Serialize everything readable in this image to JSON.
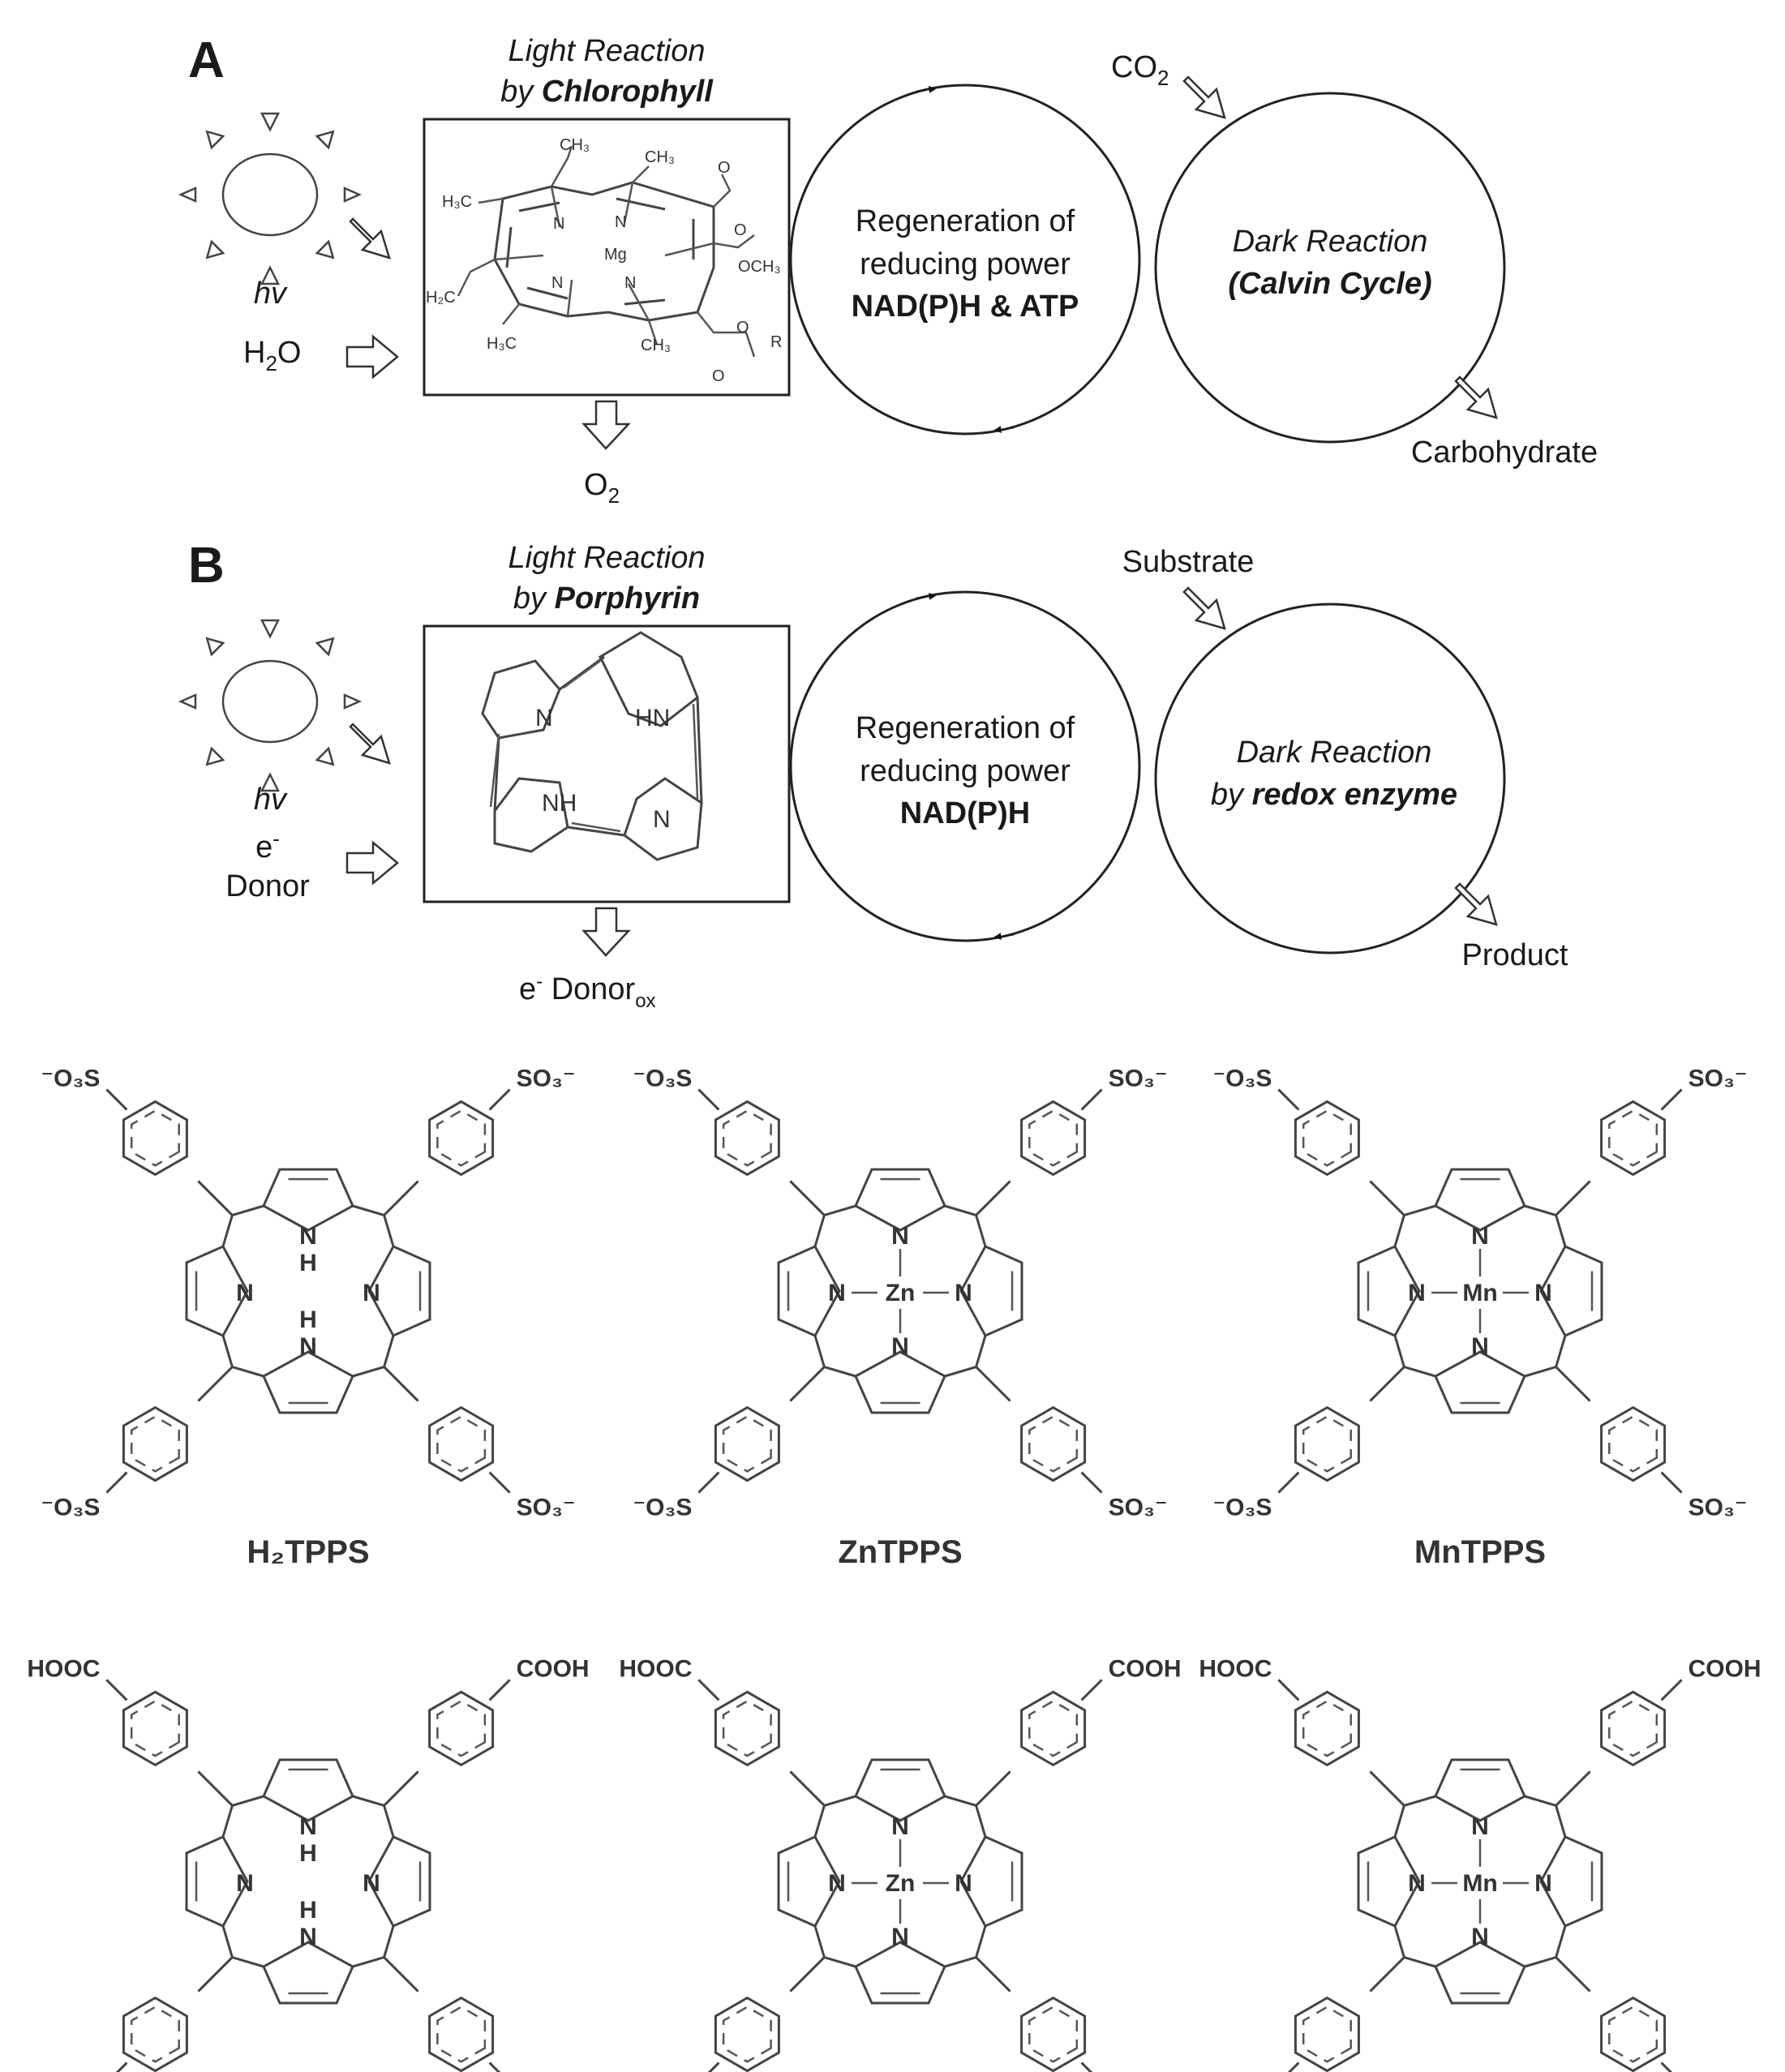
{
  "panel_a": {
    "label": "A",
    "light_title_1": "Light Reaction",
    "light_title_by": "by ",
    "light_title_2": "Chlorophyll",
    "hv": "hv",
    "h2o_h": "H",
    "h2o_sub": "2",
    "h2o_o": "O",
    "o2_o": "O",
    "o2_sub": "2",
    "co2_co": "CO",
    "co2_sub": "2",
    "regen_1": "Regeneration of",
    "regen_2": "reducing power",
    "regen_3": "NAD(P)H & ATP",
    "dark_1": "Dark Reaction",
    "dark_2": "(Calvin Cycle)",
    "output": "Carbohydrate",
    "chl_labels": {
      "ch3_top": "CH₃",
      "ch3_top2": "CH₃",
      "h3c_left": "H₃C",
      "mg": "Mg",
      "o_keto": "O",
      "o_ester": "O",
      "och3": "OCH₃",
      "h2c": "H₂C",
      "h3c_bottom": "H₃C",
      "ch3_bottom": "CH₃",
      "o_r": "O",
      "r": "R",
      "o_bottom": "O",
      "n": "N"
    }
  },
  "panel_b": {
    "label": "B",
    "light_title_1": "Light Reaction",
    "light_title_by": "by ",
    "light_title_2": "Porphyrin",
    "hv": "hv",
    "donor_e": "e",
    "donor_sup": "-",
    "donor_word": "Donor",
    "donor_ox_e": "e",
    "donor_ox_sup": "-",
    "donor_ox_word": " Donor",
    "donor_ox_sub": "ox",
    "substrate": "Substrate",
    "regen_1": "Regeneration of",
    "regen_2": "reducing power",
    "regen_3": "NAD(P)H",
    "dark_1": "Dark Reaction",
    "dark_by": "by ",
    "dark_2": "redox enzyme",
    "output": "Product",
    "porph_labels": {
      "n": "N",
      "hn": "HN",
      "nh": "NH"
    }
  },
  "structures": {
    "sulfonate_group_left": "⁻O₃S",
    "sulfonate_group_right": "SO₃⁻",
    "carboxy_left": "HOOC",
    "carboxy_right": "COOH",
    "n": "N",
    "h": "H",
    "zn": "Zn",
    "mn": "Mn",
    "names": [
      "H₂TPPS",
      "ZnTPPS",
      "MnTPPS"
    ]
  }
}
